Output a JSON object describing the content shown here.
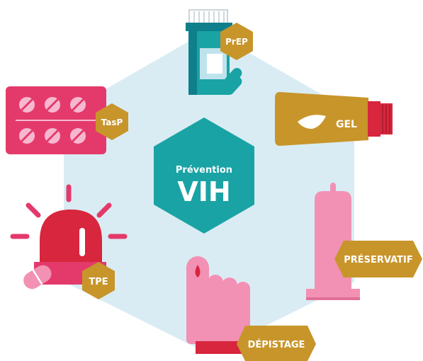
{
  "center": {
    "subtitle": "Prévention",
    "title": "VIH"
  },
  "items": {
    "prep": "PrEP",
    "gel": "GEL",
    "preservatif": "PRÉSERVATIF",
    "depistage": "DÉPISTAGE",
    "tpe": "TPE",
    "tasp": "TasP"
  },
  "colors": {
    "hexagon_background": "#d9ecf3",
    "center": "#1aa3a4",
    "label_badge": "#c8952b",
    "pink": "#f291b4",
    "red": "#d7263d",
    "magenta": "#e43a6b",
    "teal": "#1aa3a4",
    "gold": "#c8952b"
  },
  "icons": [
    "pill-bottle-icon",
    "lubricant-tube-icon",
    "condom-icon",
    "finger-blood-test-icon",
    "alarm-light-icon",
    "pill-blister-icon"
  ]
}
